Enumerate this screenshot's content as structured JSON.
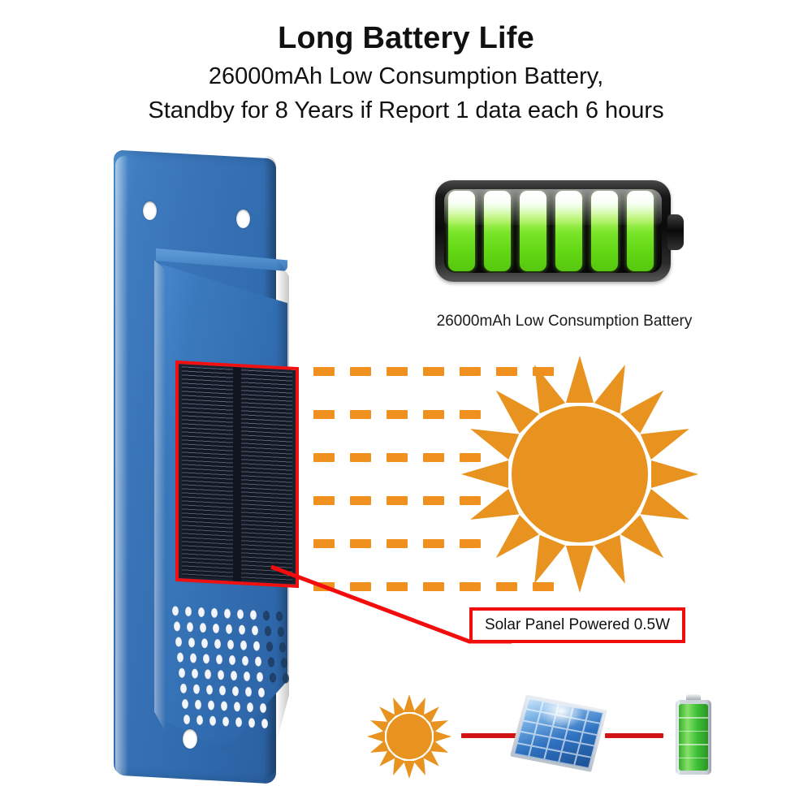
{
  "header": {
    "title": "Long Battery Life",
    "subtitle_line1": "26000mAh Low Consumption Battery,",
    "subtitle_line2": "Standby for 8 Years if Report 1 data each 6 hours"
  },
  "battery_callout": {
    "caption": "26000mAh Low Consumption Battery",
    "bar_count": 6,
    "icon_name": "horizontal-battery-full-icon"
  },
  "solar_callout": {
    "label": "Solar Panel Powered 0.5W",
    "border_color": "#f20d0d",
    "icon_name": "sun-icon"
  },
  "device": {
    "name": "solar-powered-gps-tracker-device",
    "body_color": "#3873b6",
    "panel_color": "#1b2230",
    "highlight_border_color": "#f01010",
    "mounting_hole_count": 3,
    "vent_rows": 8
  },
  "rays": {
    "color": "#f0911f",
    "rows": [
      7,
      5,
      5,
      5,
      5,
      7
    ]
  },
  "sun": {
    "color": "#e8921f",
    "ray_count": 16
  },
  "flow_diagram": {
    "steps": [
      "sun-icon",
      "solar-panel-icon",
      "battery-icon"
    ],
    "connector_color": "#d31414"
  }
}
